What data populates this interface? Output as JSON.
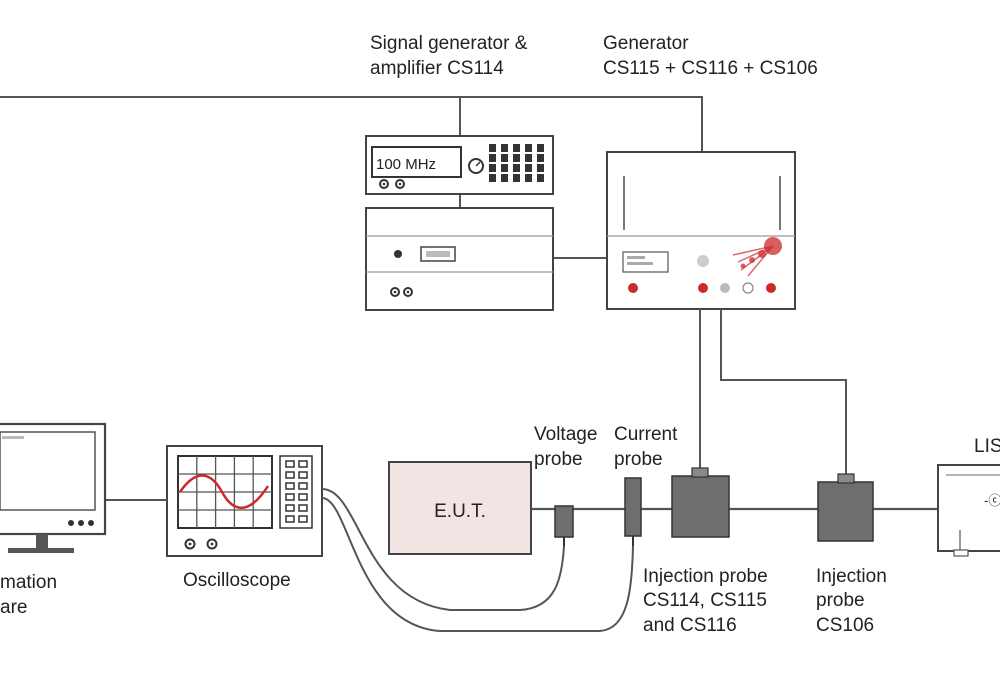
{
  "labels": {
    "signal_generator": [
      "Signal generator &",
      "amplifier CS114"
    ],
    "generator": [
      "Generator",
      "CS115 + CS116 + CS106"
    ],
    "display_freq": "100 MHz",
    "eut": "E.U.T.",
    "voltage_probe": [
      "Voltage",
      "probe"
    ],
    "current_probe": [
      "Current",
      "probe"
    ],
    "injection_probe_1": [
      "Injection probe",
      "CS114, CS115",
      "and CS116"
    ],
    "injection_probe_2": [
      "Injection",
      "probe",
      "CS106"
    ],
    "oscilloscope": "Oscilloscope",
    "automation_software": [
      "mation",
      "are"
    ],
    "lisn": "LIS"
  },
  "colors": {
    "line": "#555555",
    "accent_red": "#cc2a2a",
    "eut_fill": "#f3e4e4",
    "probe_fill": "#6e6e6e"
  }
}
